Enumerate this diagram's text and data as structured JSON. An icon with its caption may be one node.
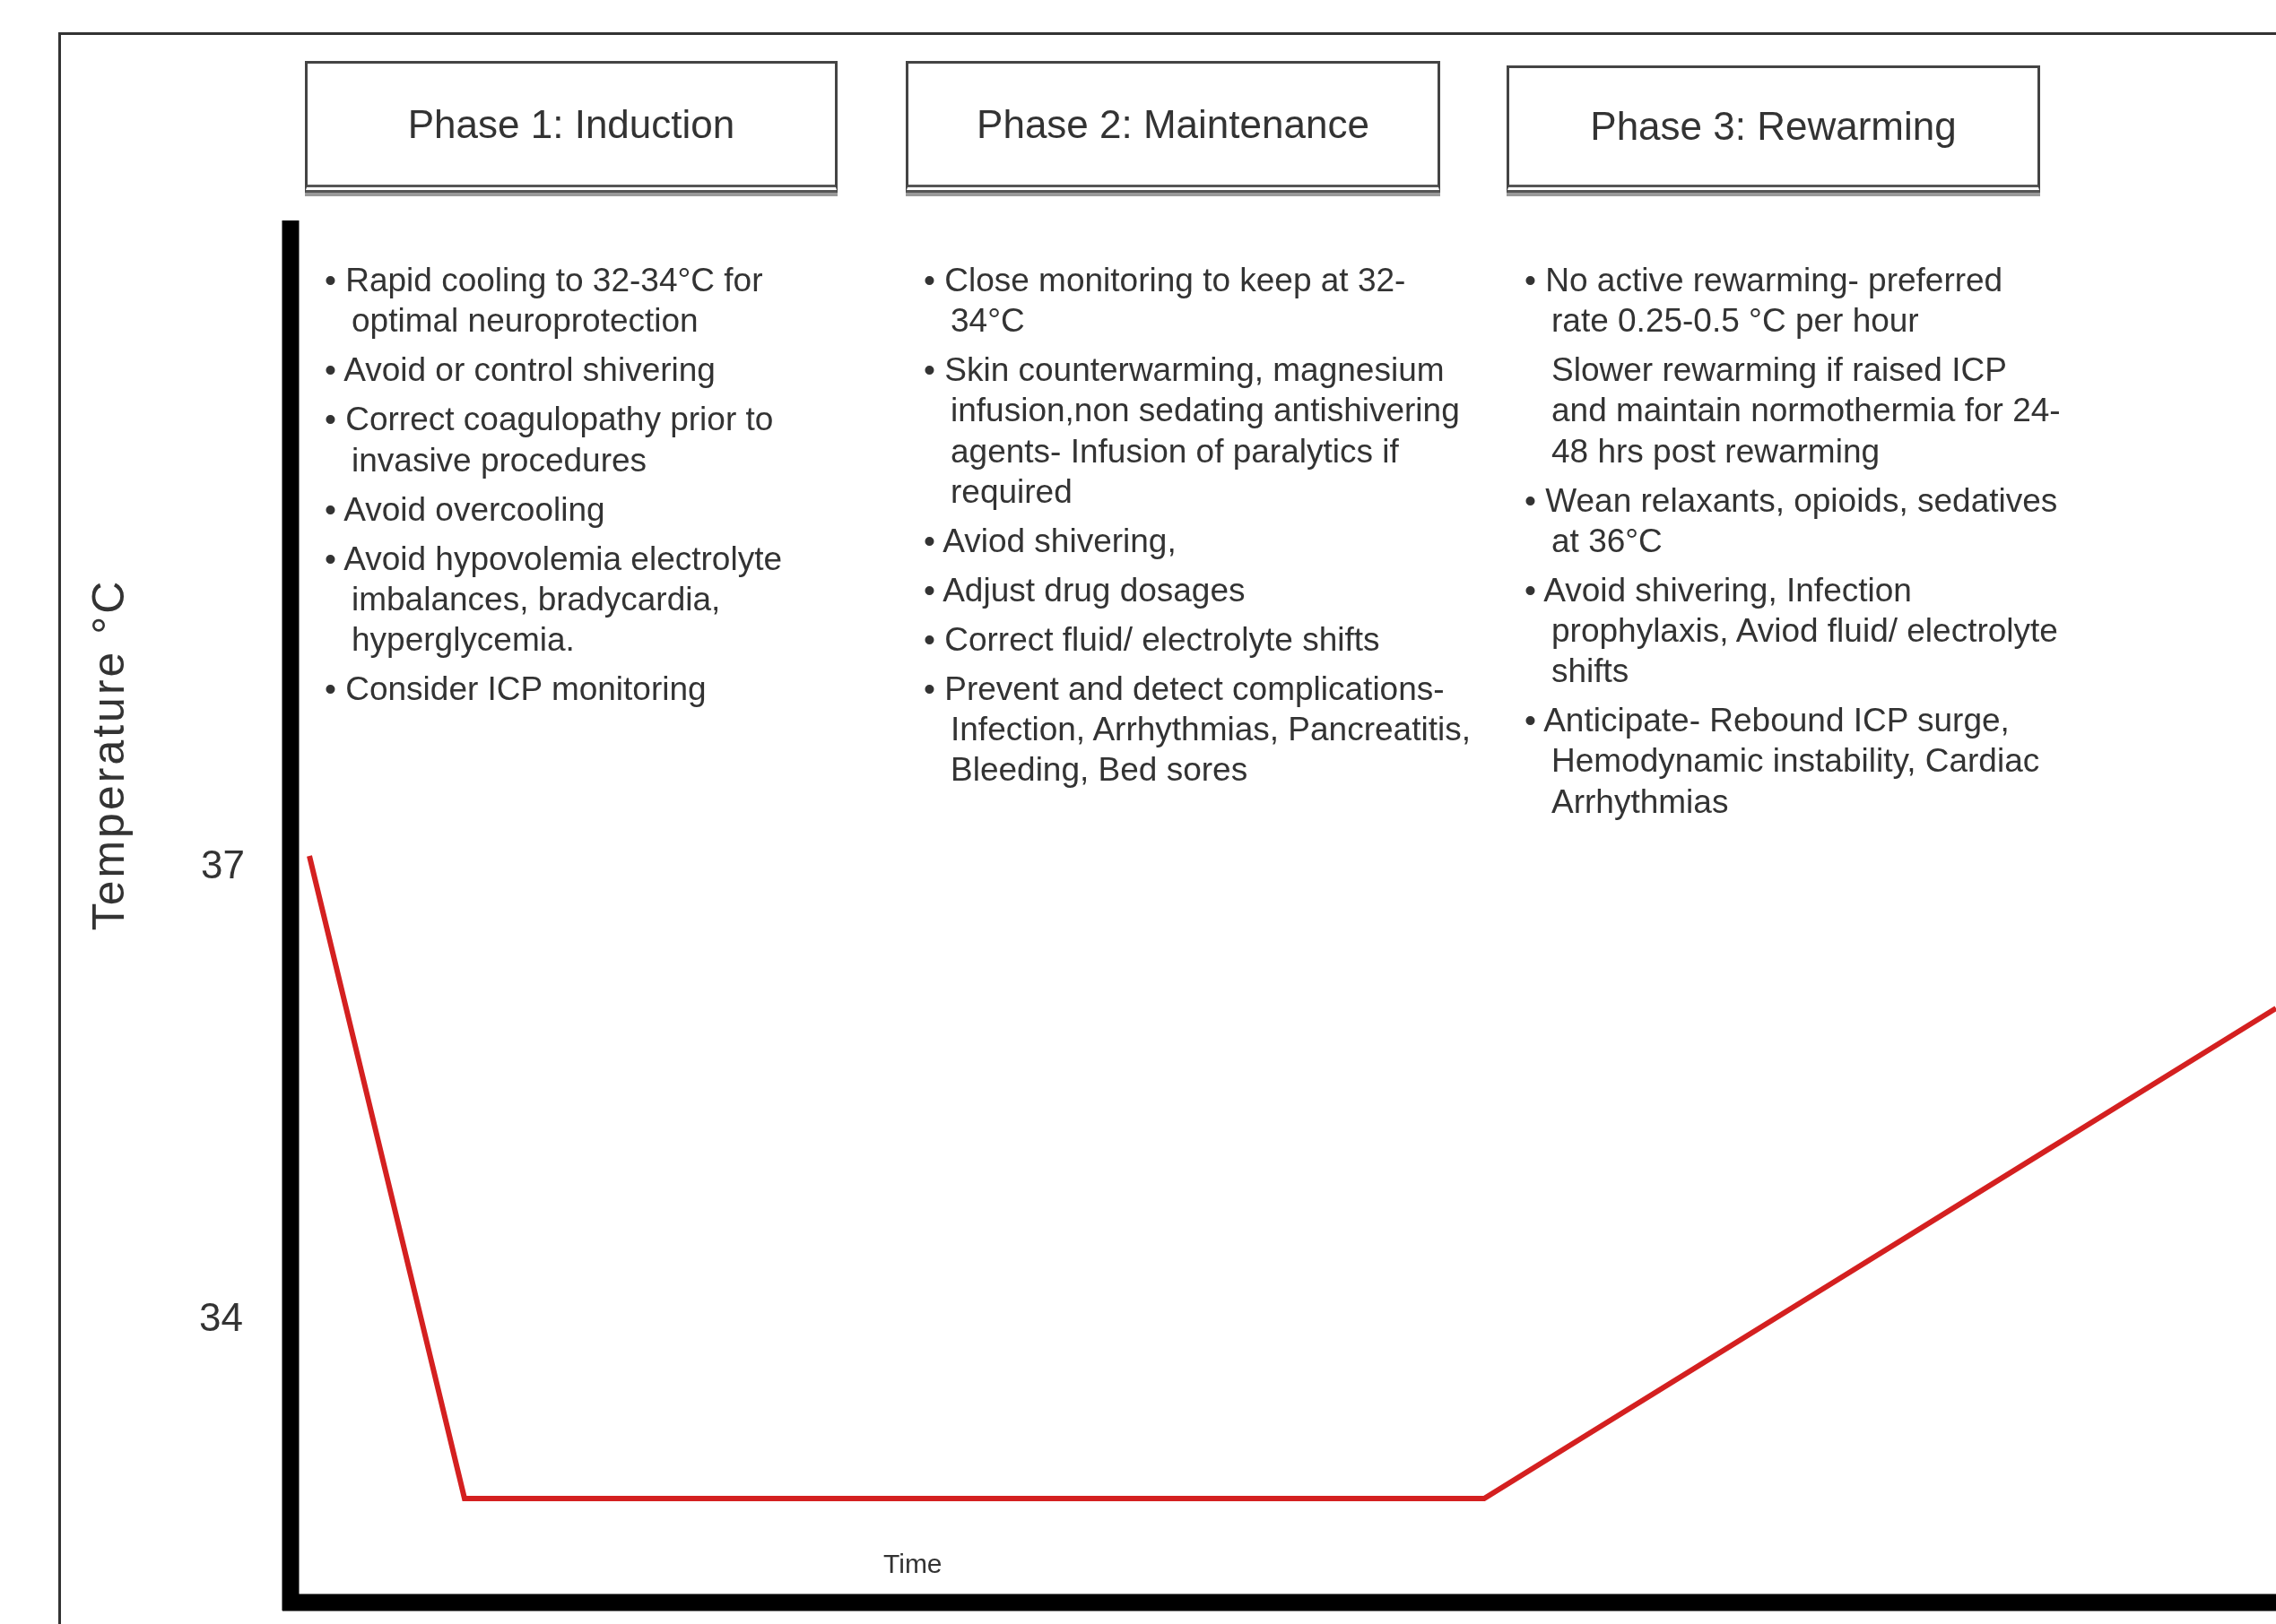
{
  "diagram": {
    "nodes": [
      {
        "text": [
          "Phase 1: Induction"
        ],
        "beside": [
          "• Rapid cooling to 32-34°C for optimal neuroprotection",
          "• Avoid or control shivering",
          "• Correct coagulopathy prior to invasive procedures",
          "• Avoid overcooling",
          "• Avoid hypovolemia electrolyte imbalances, bradycardia, hyperglycemia.",
          "• Consider ICP monitoring"
        ]
      },
      {
        "text": [
          "Phase 2: Maintenance"
        ],
        "beside": [
          "• Close monitoring to keep at 32-34°C",
          "• Skin counterwarming, magnesium infusion,non sedating antishivering agents- Infusion of paralytics if required",
          "• Aviod shivering,",
          "• Adjust drug dosages",
          "• Correct fluid/ electrolyte shifts",
          "• Prevent and detect complications- Infection, Arrhythmias, Pancreatitis, Bleeding, Bed sores"
        ]
      },
      {
        "text": [
          "Phase 3: Rewarming"
        ],
        "beside": [
          "• No active rewarming- preferred rate 0.25-0.5 °C per hour",
          "Slower rewarming if raised ICP and maintain normothermia for 24-48 hrs post rewarming",
          "• Wean relaxants, opioids, sedatives at 36°C",
          "• Avoid shivering, Infection prophylaxis, Aviod fluid/ electrolyte shifts",
          "• Anticipate- Rebound ICP surge, Hemodynamic instability, Cardiac Arrhythmias"
        ]
      }
    ],
    "labels": [
      "Temperature °C",
      "37",
      "34",
      "Time"
    ]
  }
}
